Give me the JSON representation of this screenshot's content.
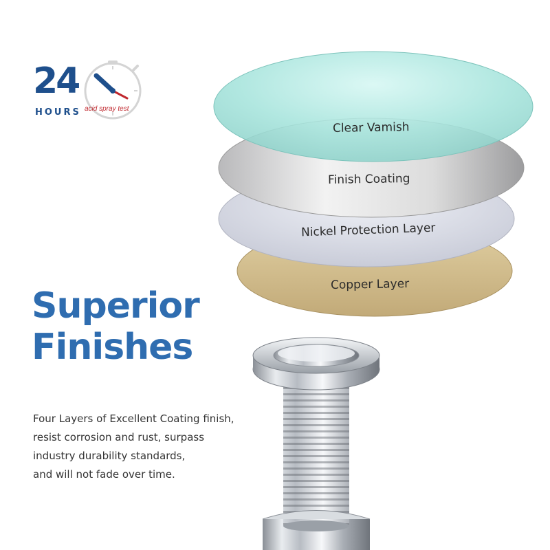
{
  "badge": {
    "number": "24",
    "unit": "HOURS",
    "caption": "acid spray test"
  },
  "layers": [
    {
      "label": "Clear Vamish"
    },
    {
      "label": "Finish Coating"
    },
    {
      "label": "Nickel Protection Layer"
    },
    {
      "label": "Copper Layer"
    }
  ],
  "headline": {
    "line1": "Superior",
    "line2": "Finishes"
  },
  "description": {
    "line1": "Four Layers of Excellent Coating finish,",
    "line2": "resist corrosion and rust, surpass",
    "line3": "industry durability standards,",
    "line4": "and will not fade over time."
  },
  "colors": {
    "brand_blue": "#2f6db0",
    "badge_blue": "#1e4f8c",
    "badge_red": "#c0282e"
  }
}
